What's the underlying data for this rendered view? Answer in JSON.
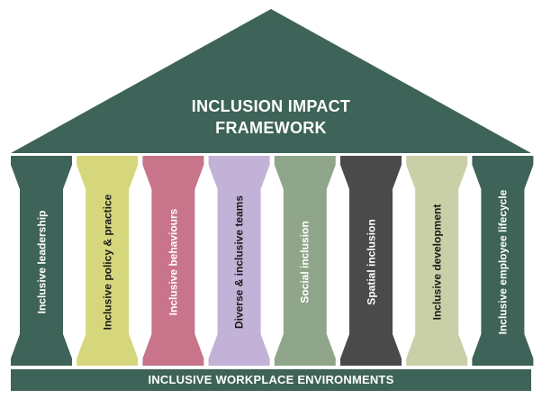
{
  "colors": {
    "roof": "#3e6358",
    "base": "#3e6358",
    "text_light": "#ffffff",
    "text_dark": "#1a1a1a"
  },
  "diagram": {
    "title_line1": "INCLUSION IMPACT",
    "title_line2": "FRAMEWORK",
    "base_label": "INCLUSIVE WORKPLACE ENVIRONMENTS",
    "pillars": [
      {
        "label": "Inclusive leadership",
        "color": "#3e6358",
        "text_color": "light"
      },
      {
        "label": "Inclusive policy & practice",
        "color": "#d6d77c",
        "text_color": "dark"
      },
      {
        "label": "Inclusive behaviours",
        "color": "#c8748a",
        "text_color": "light"
      },
      {
        "label": "Diverse & inclusive teams",
        "color": "#c3b2d8",
        "text_color": "dark"
      },
      {
        "label": "Social inclusion",
        "color": "#8fa68a",
        "text_color": "light"
      },
      {
        "label": "Spatial inclusion",
        "color": "#4a4a4a",
        "text_color": "light"
      },
      {
        "label": "Inclusive development",
        "color": "#c9cfa6",
        "text_color": "dark"
      },
      {
        "label": "Inclusive employee lifecycle",
        "color": "#3e6358",
        "text_color": "light"
      }
    ]
  }
}
